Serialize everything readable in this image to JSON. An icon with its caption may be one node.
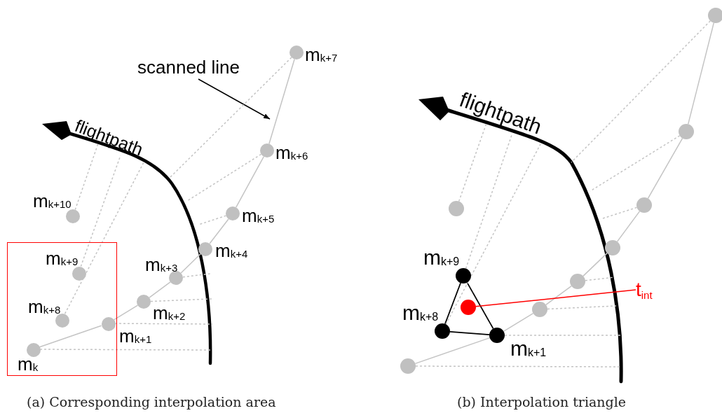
{
  "diagram": {
    "nodes": [
      {
        "text": [],
        "shape": "box"
      },
      {
        "text": [
          "scanned line"
        ]
      },
      {
        "text": [],
        "shape": "circle",
        "beside": [
          "m$_{k+7}$"
        ]
      },
      {
        "text": [],
        "shape": "circle",
        "beside": [
          "m$_{k+6}$"
        ]
      },
      {
        "text": [],
        "shape": "circle",
        "beside": [
          "m$_{k+10}$"
        ]
      },
      {
        "text": [],
        "shape": "circle",
        "beside": [
          "m$_{k+5}$"
        ]
      },
      {
        "text": [],
        "shape": "circle",
        "beside": [
          "m$_{k+4}$"
        ]
      },
      {
        "text": [],
        "shape": "circle",
        "beside": [
          "m$_{k+3}$"
        ]
      },
      {
        "text": [],
        "shape": "circle",
        "beside": [
          "m$_{k+9}$"
        ],
        "in": 0
      },
      {
        "text": [],
        "shape": "circle",
        "beside": [
          "m$_{k+2}$"
        ]
      },
      {
        "text": [],
        "shape": "circle",
        "beside": [
          "m$_{k+8}$"
        ],
        "in": 0
      },
      {
        "text": [],
        "shape": "circle",
        "beside": [
          "m$_{k+1}$"
        ],
        "in": 0
      },
      {
        "text": [],
        "shape": "circle",
        "beside": [
          "m$_{k}$"
        ],
        "in": 0
      },
      {
        "text": [],
        "shape": "circle"
      },
      {
        "text": [],
        "shape": "circle"
      },
      {
        "text": [],
        "shape": "circle"
      },
      {
        "text": [],
        "shape": "circle"
      },
      {
        "text": [],
        "shape": "circle"
      },
      {
        "text": [],
        "shape": "circle",
        "beside": [
          "m$_{k+9}$"
        ]
      },
      {
        "text": [],
        "shape": "circle"
      },
      {
        "text": [
          "t$_{int}$"
        ]
      },
      {
        "text": [],
        "shape": "circle"
      },
      {
        "text": [],
        "shape": "circle"
      },
      {
        "text": [],
        "shape": "circle",
        "beside": [
          "m$_{k+8}$"
        ]
      },
      {
        "text": [],
        "shape": "circle",
        "beside": [
          "m$_{k+1}$"
        ]
      },
      {
        "text": [],
        "shape": "circle"
      },
      {
        "text": [
          "flightpath"
        ]
      },
      {
        "text": [
          "flightpath"
        ]
      }
    ],
    "edges": [
      {
        "from": 1,
        "to": null,
        "arrow": "to",
        "color": "#000000"
      },
      {
        "from": 12,
        "to": 11,
        "arrow": "none"
      },
      {
        "from": 11,
        "to": 9,
        "arrow": "none"
      },
      {
        "from": 9,
        "to": 7,
        "arrow": "none"
      },
      {
        "from": 7,
        "to": 6,
        "arrow": "none"
      },
      {
        "from": 6,
        "to": 5,
        "arrow": "none"
      },
      {
        "from": 5,
        "to": 3,
        "arrow": "none"
      },
      {
        "from": 3,
        "to": 2,
        "arrow": "none"
      },
      {
        "from": 12,
        "to": null,
        "arrow": "none",
        "style": "dashed"
      },
      {
        "from": 11,
        "to": null,
        "arrow": "none",
        "style": "dashed"
      },
      {
        "from": 9,
        "to": null,
        "arrow": "none",
        "style": "dashed"
      },
      {
        "from": 7,
        "to": null,
        "arrow": "none",
        "style": "dashed"
      },
      {
        "from": 5,
        "to": null,
        "arrow": "none",
        "style": "dashed"
      },
      {
        "from": 3,
        "to": null,
        "arrow": "none",
        "style": "dashed"
      },
      {
        "from": 2,
        "to": null,
        "arrow": "none",
        "style": "dashed"
      },
      {
        "from": 10,
        "to": 26,
        "arrow": "none",
        "style": "dashed"
      },
      {
        "from": 8,
        "to": 26,
        "arrow": "none",
        "style": "dashed"
      },
      {
        "from": 4,
        "to": 26,
        "arrow": "none",
        "style": "dashed"
      },
      {
        "from": 25,
        "to": 24,
        "arrow": "none"
      },
      {
        "from": 24,
        "to": 22,
        "arrow": "none"
      },
      {
        "from": 22,
        "to": 19,
        "arrow": "none"
      },
      {
        "from": 19,
        "to": 17,
        "arrow": "none"
      },
      {
        "from": 17,
        "to": 16,
        "arrow": "none"
      },
      {
        "from": 16,
        "to": 14,
        "arrow": "none"
      },
      {
        "from": 14,
        "to": 13,
        "arrow": "none"
      },
      {
        "from": 18,
        "to": 23,
        "arrow": "none",
        "color": "#000000"
      },
      {
        "from": 23,
        "to": 24,
        "arrow": "none",
        "color": "#000000"
      },
      {
        "from": 24,
        "to": 18,
        "arrow": "none",
        "color": "#000000"
      },
      {
        "from": 21,
        "to": 20,
        "arrow": "none",
        "color": "#ff0000"
      },
      {
        "from": 25,
        "to": null,
        "arrow": "none",
        "style": "dashed"
      },
      {
        "from": 24,
        "to": null,
        "arrow": "none",
        "style": "dashed"
      },
      {
        "from": 22,
        "to": null,
        "arrow": "none",
        "style": "dashed"
      },
      {
        "from": 19,
        "to": null,
        "arrow": "none",
        "style": "dashed"
      },
      {
        "from": 16,
        "to": null,
        "arrow": "none",
        "style": "dashed"
      },
      {
        "from": 14,
        "to": null,
        "arrow": "none",
        "style": "dashed"
      },
      {
        "from": 13,
        "to": null,
        "arrow": "none",
        "style": "dashed"
      },
      {
        "from": 18,
        "to": 27,
        "arrow": "none",
        "style": "dashed"
      },
      {
        "from": 23,
        "to": 27,
        "arrow": "none",
        "style": "dashed"
      },
      {
        "from": 15,
        "to": 27,
        "arrow": "none",
        "style": "dashed"
      }
    ],
    "labels": [
      "(a) Corresponding interpolation area",
      "(b) Interpolation triangle"
    ]
  }
}
